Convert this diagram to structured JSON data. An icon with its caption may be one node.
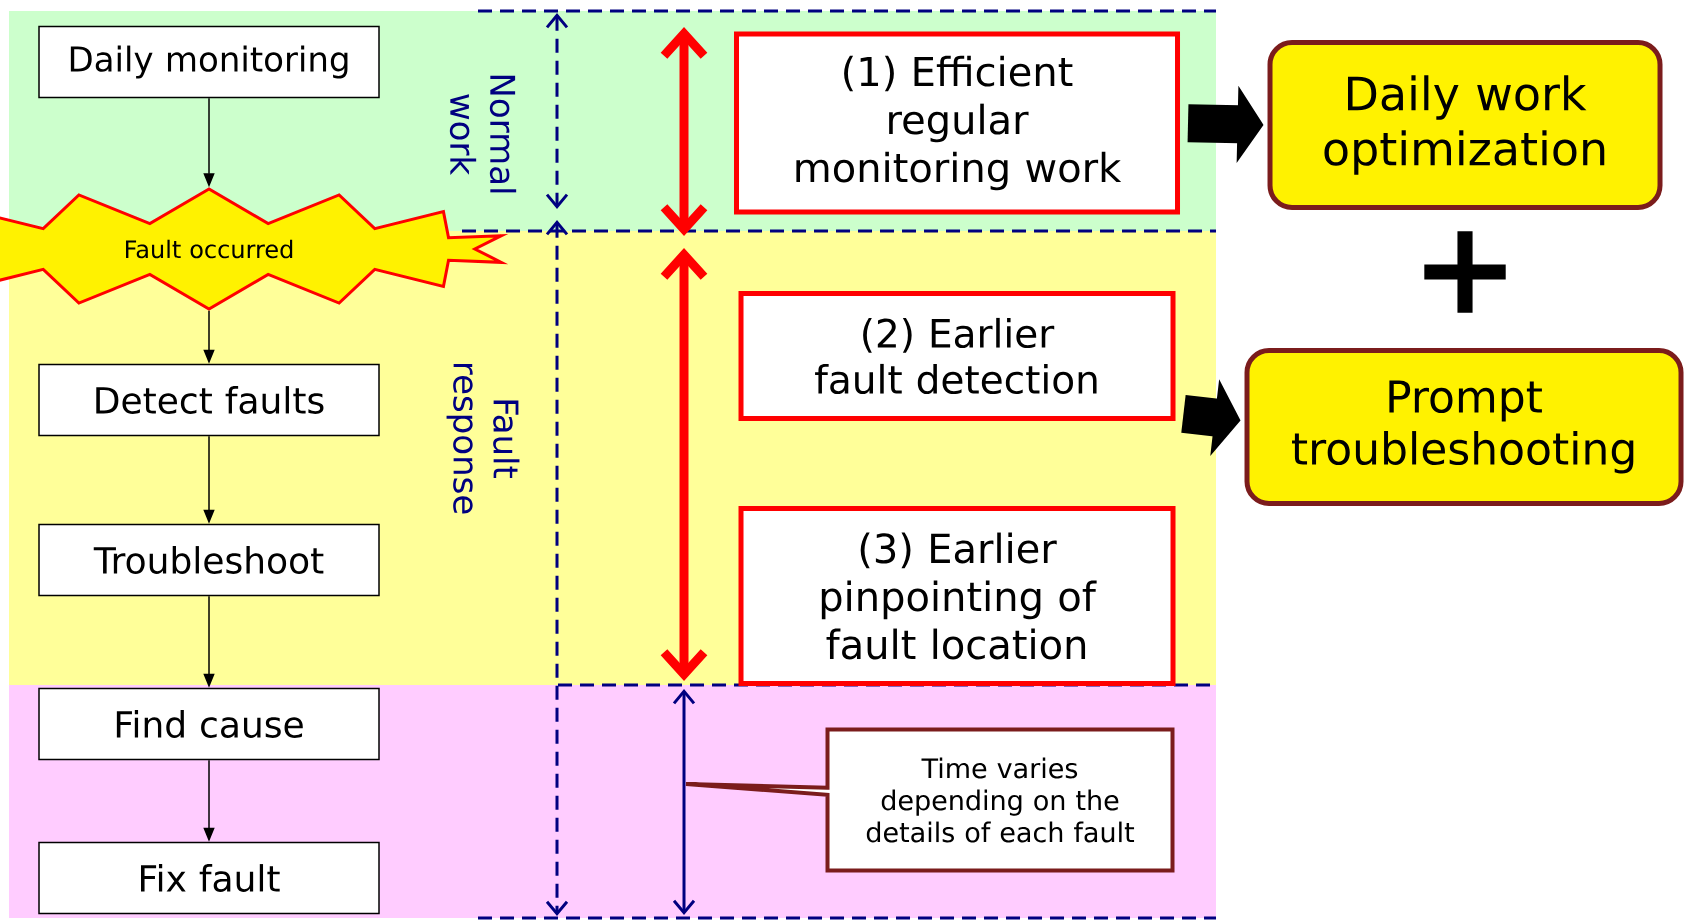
{
  "diagram": {
    "nodes": [
      {
        "text": [
          "Daily monitoring"
        ]
      },
      {
        "text": [
          "Fault occurred"
        ]
      },
      {
        "text": [
          "Detect faults"
        ]
      },
      {
        "text": [
          "Troubleshoot"
        ]
      },
      {
        "text": [
          "Find cause"
        ]
      },
      {
        "text": [
          "Fix fault"
        ]
      },
      {
        "text": [
          "(1) Efficient regular monitoring work"
        ]
      },
      {
        "text": [
          "(2) Earlier fault detection"
        ]
      },
      {
        "text": [
          "(3) Earlier pinpointing of fault location"
        ]
      },
      {
        "text": [
          "Time varies depending on the details of each fault"
        ]
      },
      {
        "text": [
          "Daily work optimization"
        ]
      },
      {
        "text": [
          "Prompt troubleshooting"
        ]
      }
    ],
    "edges": [
      {
        "from": 0,
        "to": 1,
        "arrow": "to"
      },
      {
        "from": 1,
        "to": 2,
        "arrow": "to"
      },
      {
        "from": 2,
        "to": 3,
        "arrow": "to"
      },
      {
        "from": 3,
        "to": 4,
        "arrow": "to"
      },
      {
        "from": 4,
        "to": 5,
        "arrow": "to"
      },
      {
        "from": 6,
        "to": 10,
        "arrow": "to",
        "style": "thick"
      },
      {
        "from": 7,
        "to": 11,
        "arrow": "to",
        "style": "thick"
      }
    ],
    "labels": [
      "Normal work",
      "Fault response",
      "+"
    ]
  }
}
